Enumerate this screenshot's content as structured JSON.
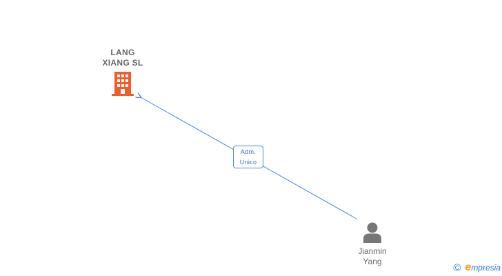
{
  "company": {
    "name_line1": "LANG",
    "name_line2": "XIANG SL",
    "icon": "building-icon",
    "color": "#f25c2a"
  },
  "relation": {
    "label_line1": "Adm.",
    "label_line2": "Unico",
    "color": "#4a86d8"
  },
  "person": {
    "name_line1": "Jianmin",
    "name_line2": "Yang",
    "icon": "person-icon",
    "color": "#777777"
  },
  "brand": {
    "copyright_symbol": "©",
    "initial": "e",
    "rest": "mpresia"
  }
}
